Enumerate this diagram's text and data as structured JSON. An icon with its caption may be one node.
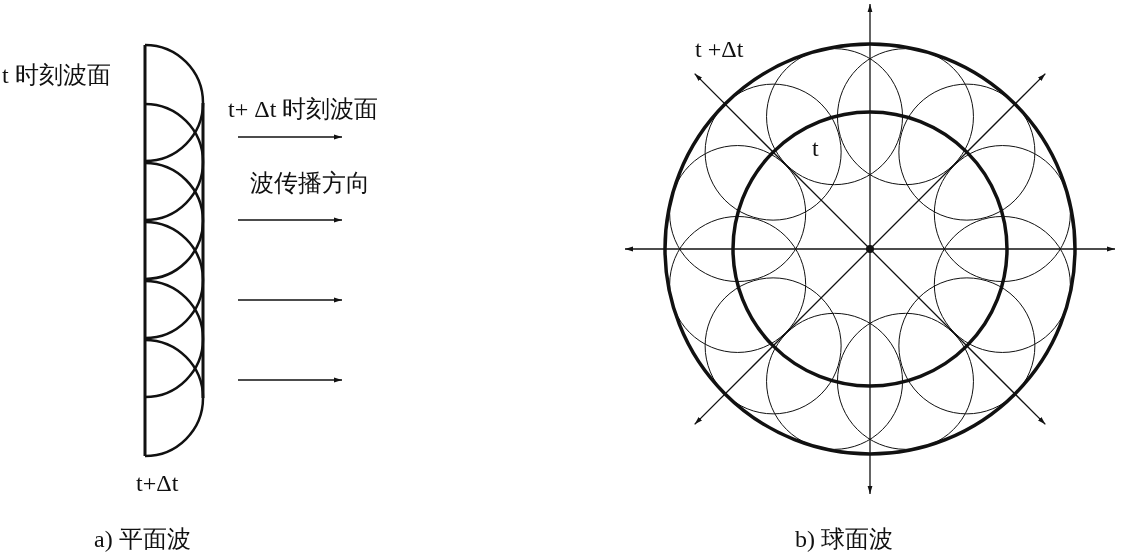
{
  "diagram": {
    "labels": [
      "t 时刻波面",
      "t+ Δt 时刻波面",
      "波传播方向",
      "t+Δt",
      "a) 平面波",
      "t +Δt",
      "t",
      "b) 球面波"
    ]
  }
}
